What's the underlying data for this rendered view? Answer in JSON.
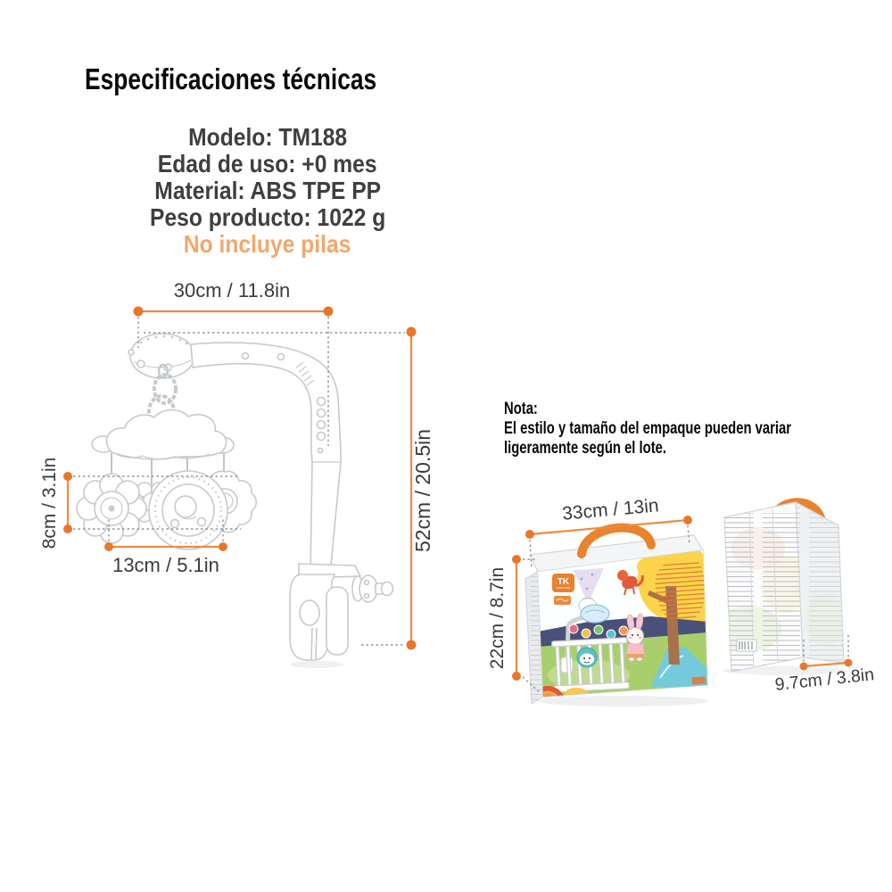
{
  "header": {
    "title": "Especificaciones técnicas"
  },
  "specs": {
    "model": "Modelo: TM188",
    "age": "Edad de uso: +0 mes",
    "material": "Material: ABS TPE PP",
    "weight": "Peso producto: 1022 g",
    "batteries": "No incluye pilas"
  },
  "product_diagram": {
    "arm_width_label": "30cm / 11.8in",
    "arm_height_label": "52cm / 20.5in",
    "toy_height_label": "8cm / 3.1in",
    "toy_width_label": "13cm / 5.1in"
  },
  "note": {
    "heading": "Nota:",
    "body_line1": "El estilo y tamaño del empaque pueden variar",
    "body_line2": "ligeramente según el lote."
  },
  "package_diagram": {
    "box_width_label": "33cm / 13in",
    "box_height_label": "22cm / 8.7in",
    "box_depth_label": "9.7cm / 3.8in",
    "front_box_logo": "TK"
  },
  "colors": {
    "accent_orange": "#E8772C",
    "measure_line_orange": "#EC8B43",
    "soft_orange_text": "#F2A76C",
    "handle_orange": "#E8832E",
    "spec_text_gray": "#3F3F3F",
    "line_art_gray": "#C6C9CD"
  }
}
